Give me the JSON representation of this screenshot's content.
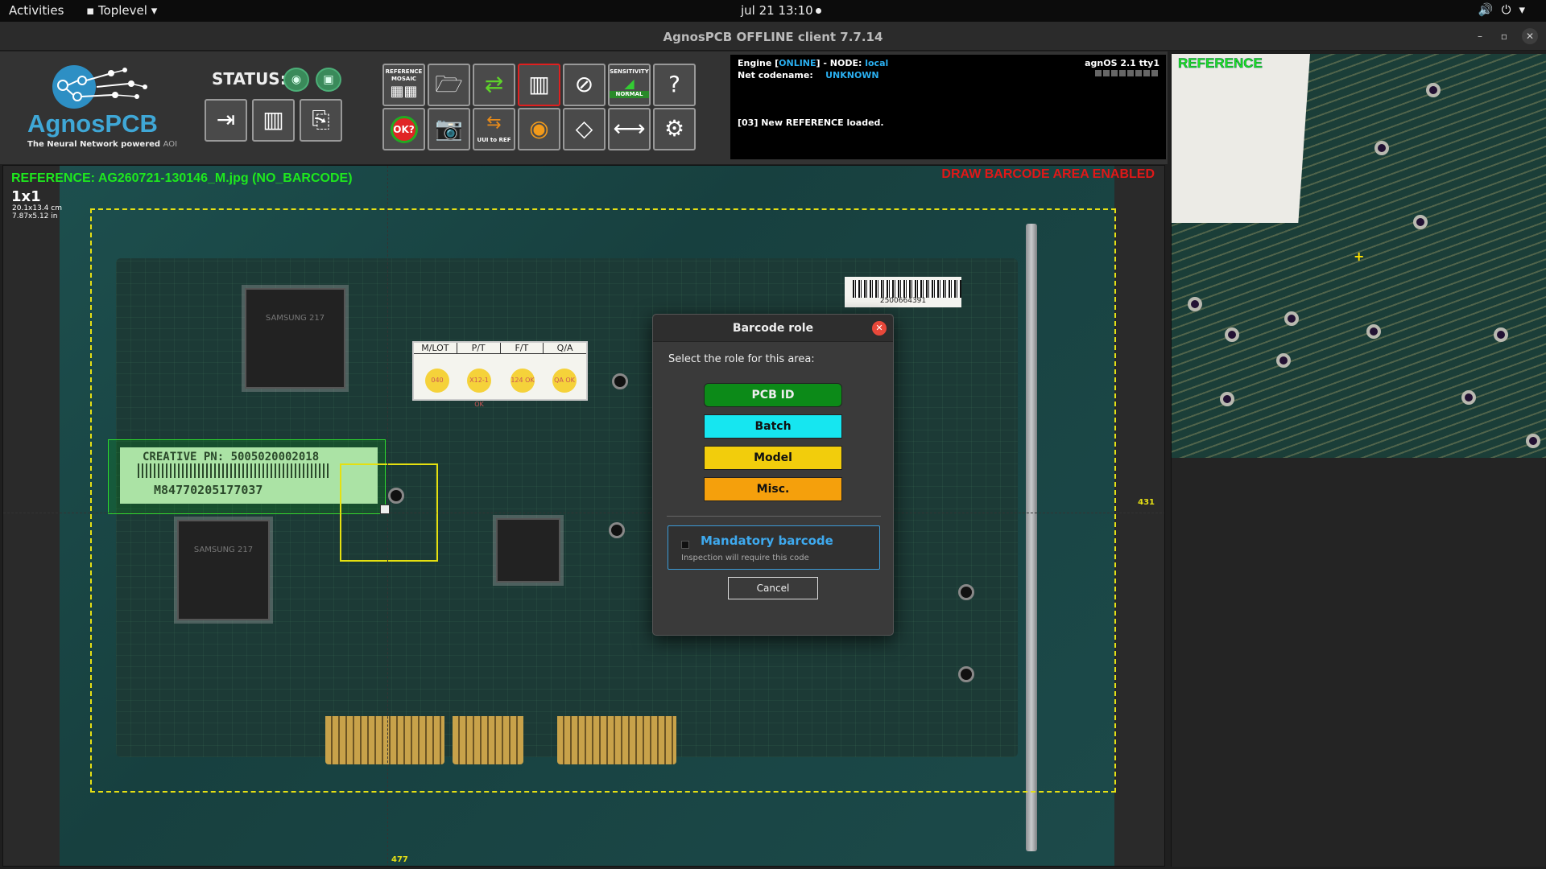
{
  "system": {
    "activities": "Activities",
    "app_menu": "Toplevel",
    "clock": "jul 21  13:10"
  },
  "window": {
    "title": "AgnosPCB OFFLINE client 7.7.14"
  },
  "brand": {
    "name": "AgnosPCB",
    "tagline": "The Neural Network powered",
    "tagline_suffix": "AOI"
  },
  "status": {
    "label": "STATUS:"
  },
  "toolbar": {
    "reference_mosaic": "REFERENCE MOSAIC",
    "sensitivity": "SENSITIVITY",
    "sensitivity_level": "NORMAL",
    "ok_badge": "OK?",
    "uui_to_ref": "UUI to REF"
  },
  "log": {
    "engine_prefix": "Engine [",
    "engine_state": "ONLINE",
    "engine_mid": "] - NODE: ",
    "node": "local",
    "net_label": "Net codename:",
    "net_value": "UNKNOWN",
    "os": "agnOS 2.1 tty1",
    "message": "[03] New REFERENCE loaded."
  },
  "viewer": {
    "reference_title": "REFERENCE: AG260721-130146_M.jpg (NO_BARCODE)",
    "scale": "1x1",
    "dim_cm": "20.1x13.4 cm",
    "dim_in": "7.87x5.12 in",
    "mode_banner": "DRAW BARCODE AREA ENABLED",
    "cursor_y": "431",
    "cursor_x": "477"
  },
  "board": {
    "label_headers": [
      "M/LOT",
      "P/T",
      "F/T",
      "Q/A"
    ],
    "label_stamps": [
      "040",
      "X12-1 OK",
      "124 OK",
      "QA OK"
    ],
    "sticker_line1": "CREATIVE PN: 5005020002018",
    "sticker_line2": "M84770205177037",
    "barcode_text": "2500664391",
    "chip_text": "SAMSUNG 217"
  },
  "reference_panel": {
    "label": "REFERENCE"
  },
  "dialog": {
    "title": "Barcode role",
    "prompt": "Select the role for this area:",
    "options": [
      "PCB ID",
      "Batch",
      "Model",
      "Misc."
    ],
    "mandatory_title": "Mandatory barcode",
    "mandatory_desc": "Inspection will require this code",
    "cancel": "Cancel"
  }
}
